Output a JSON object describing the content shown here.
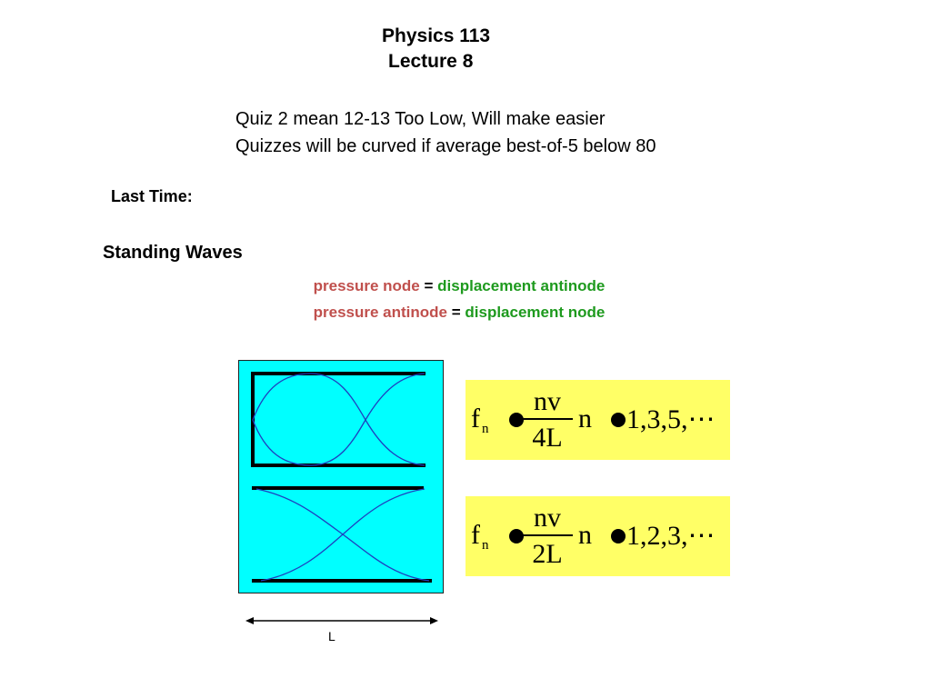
{
  "slide": {
    "title_line1": "Physics 113",
    "title_line2": "Lecture 8",
    "notes": [
      "Quiz 2 mean 12-13 Too Low, Will make easier",
      "Quizzes will be curved if average best-of-5 below 80"
    ],
    "last_time_label": "Last Time:",
    "section_heading": "Standing Waves",
    "definitions": [
      {
        "left": "pressure node",
        "equals": "=",
        "right": "displacement antinode"
      },
      {
        "left": "pressure antinode",
        "equals": "=",
        "right": "displacement node"
      }
    ],
    "colors": {
      "pressure_text": "#c0504d",
      "displacement_text": "#1e9a1e",
      "diagram_background": "#00ffff",
      "formula_background": "#ffff66",
      "wave_line": "#1f3fbf"
    },
    "diagram": {
      "top_pipe": "closed-open",
      "bottom_pipe": "open-open",
      "length_label": "L"
    },
    "formulas": [
      {
        "lhs": "f",
        "lhs_sub": "n",
        "numerator": "nv",
        "denominator": "4L",
        "var": "n",
        "sequence": "1,3,5,⋯"
      },
      {
        "lhs": "f",
        "lhs_sub": "n",
        "numerator": "nv",
        "denominator": "2L",
        "var": "n",
        "sequence": "1,2,3,⋯"
      }
    ]
  }
}
